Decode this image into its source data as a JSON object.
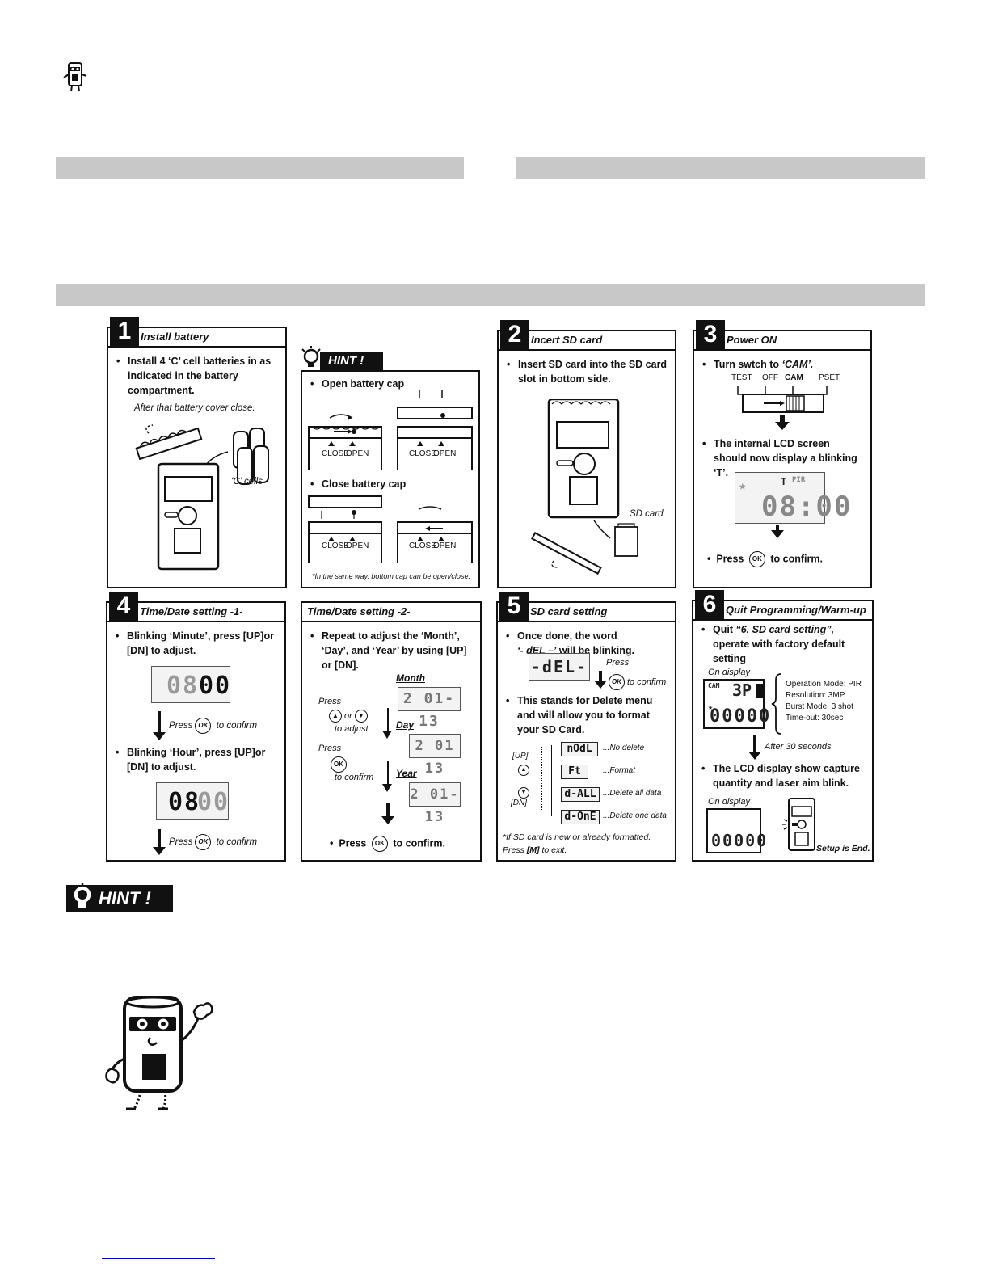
{
  "gray_bars": [
    "",
    "",
    ""
  ],
  "panel1": {
    "num": "1",
    "title": "Install battery",
    "text": "Install 4 ‘C’ cell batteries in as indicated in the battery compartment.",
    "note": "After that battery cover close.",
    "cells_label": "‘C’ cells"
  },
  "hint_panel": {
    "tag": "HINT !",
    "open": "Open battery cap",
    "close": "Close battery cap",
    "close_lbl": "CLOSE",
    "open_lbl": "OPEN",
    "footnote": "*In the same way, bottom cap can be open/close."
  },
  "panel2": {
    "num": "2",
    "title": "Incert SD card",
    "text": "Insert SD card into the SD card slot in bottom side.",
    "sd_label": "SD card"
  },
  "panel3": {
    "num": "3",
    "title": "Power ON",
    "text_prefix": "Turn swtch to ",
    "text_cam": "‘CAM’.",
    "switch_labels": [
      "TEST",
      "OFF",
      "CAM",
      "PSET"
    ],
    "text2": "The internal LCD screen should now display a blinking ‘T’.",
    "lcd": "08:00",
    "lcd_t": "T",
    "lcd_pir": "PIR",
    "press": "Press",
    "ok": "OK",
    "confirm": "to confirm."
  },
  "panel4": {
    "num": "4",
    "title": "Time/Date setting -1-",
    "text1": "Blinking ‘Minute’, press [UP]or [DN] to adjust.",
    "lcd1a": "08",
    "lcd1b": "00",
    "press": "Press",
    "ok": "OK",
    "confirm": "to confirm",
    "text2": "Blinking ‘Hour’, press [UP]or [DN] to adjust.",
    "lcd2a": "08",
    "lcd2b": "00"
  },
  "panel4b": {
    "title": "Time/Date setting -2-",
    "text": "Repeat to adjust the ‘Month’, ‘Day’, and ‘Year’ by using [UP] or [DN].",
    "month": "Month",
    "day": "Day",
    "year": "Year",
    "lcd_month": "2 01-13",
    "lcd_day": "2 01 13",
    "lcd_year": "2 01-13",
    "press": "Press",
    "or": "or",
    "to_adjust": "to adjust",
    "to_confirm": "to confirm",
    "final_press": "Press",
    "ok": "OK",
    "final_confirm": "to confirm."
  },
  "panel5": {
    "num": "5",
    "title": "SD card setting",
    "text1_a": "Once done, the word",
    "text1_b": "‘- dEL –’",
    "text1_c": "will be blinking.",
    "lcd": "-dEL-",
    "press": "Press",
    "ok": "OK",
    "confirm": "to confirm",
    "text2": "This stands for Delete menu and will allow you to format your SD Card.",
    "up": "[UP]",
    "dn": "[DN]",
    "menu": [
      {
        "code": "nOdL",
        "desc": "...No delete"
      },
      {
        "code": "Ft",
        "desc": "...Format"
      },
      {
        "code": "d-ALL",
        "desc": "...Delete all data"
      },
      {
        "code": "d-OnE",
        "desc": "...Delete one data"
      }
    ],
    "footnote_a": "*If SD card is new or already formatted.",
    "footnote_b": "Press",
    "footnote_m": "[M]",
    "footnote_c": "to exit."
  },
  "panel6": {
    "num": "6",
    "title": "Quit Programming/Warm-up",
    "text1_a": "Quit",
    "text1_b": "“6. SD card setting”,",
    "text1_c": "operate with factory default setting",
    "on_display": "On display",
    "lcd_cam": "CAM",
    "lcd_3p": "3P",
    "lcd_count": "00000",
    "settings": [
      "Operation Mode: PIR",
      "Resolution: 3MP",
      "Burst Mode: 3 shot",
      "Time-out: 30sec"
    ],
    "after": "After 30 seconds",
    "text2": "The LCD display show capture quantity and laser aim blink.",
    "on_display2": "On display",
    "lcd_count2": "00000",
    "setup_end": "Setup is End."
  },
  "bottom_hint": {
    "tag": "HINT !"
  }
}
